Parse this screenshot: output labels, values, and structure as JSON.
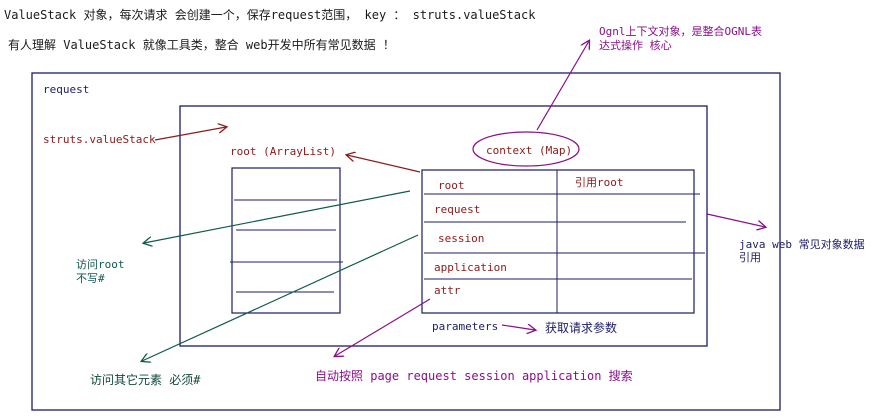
{
  "header": {
    "line1": "ValueStack 对象，每次请求 会创建一个，保存request范围， key ： struts.valueStack",
    "line2": "有人理解 ValueStack 就像工具类，整合 web开发中所有常见数据 ！"
  },
  "diagram": {
    "request_label": "request",
    "valuestack_label": "struts.valueStack",
    "root_title": "root  (ArrayList)",
    "context_title": "context (Map)",
    "ognl_note": {
      "line1": "Ognl上下文对象，是整合OGNL表",
      "line2": "达式操作 核心"
    },
    "context_rows": [
      "root",
      "request",
      "session",
      "application",
      "attr"
    ],
    "ref_root_label": "引用root",
    "javaweb_note": {
      "line1": "java web 常见对象数据",
      "line2": "引用"
    },
    "parameters_label": "parameters",
    "params_note": "获取请求参数",
    "access_root": {
      "line1": "访问root",
      "line2": "不写#"
    },
    "access_other": "访问其它元素 必须#",
    "auto_search": "自动按照 page  request session application 搜索"
  },
  "colors": {
    "navy": "#1c1c66",
    "brown_arrow": "#8b1a1a",
    "purple_arrow": "#8a0f8a",
    "teal_arrow": "#0f5a4e"
  }
}
